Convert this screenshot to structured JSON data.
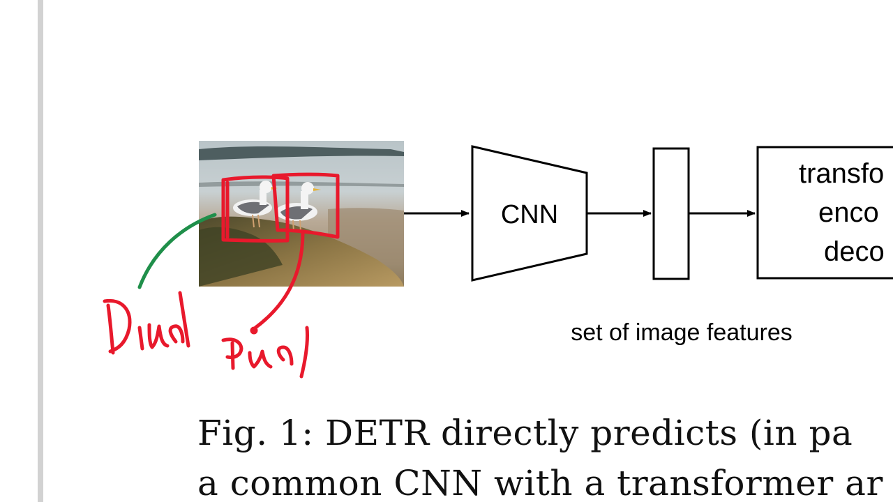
{
  "diagram": {
    "cnn_label": "CNN",
    "features_label": "set of image features",
    "transformer_lines": [
      "transfo",
      "enco",
      "deco"
    ]
  },
  "caption": {
    "line1": "Fig. 1: DETR directly predicts (in pa",
    "line2": "a common CNN with a transformer ar"
  },
  "colors": {
    "annotation_red": "#e8192c",
    "annotation_green": "#1f8f4a",
    "stroke": "#000000"
  },
  "icons": {
    "photo": "seagulls-on-rock-photo",
    "handwriting": "handwritten-bird-annotation"
  }
}
